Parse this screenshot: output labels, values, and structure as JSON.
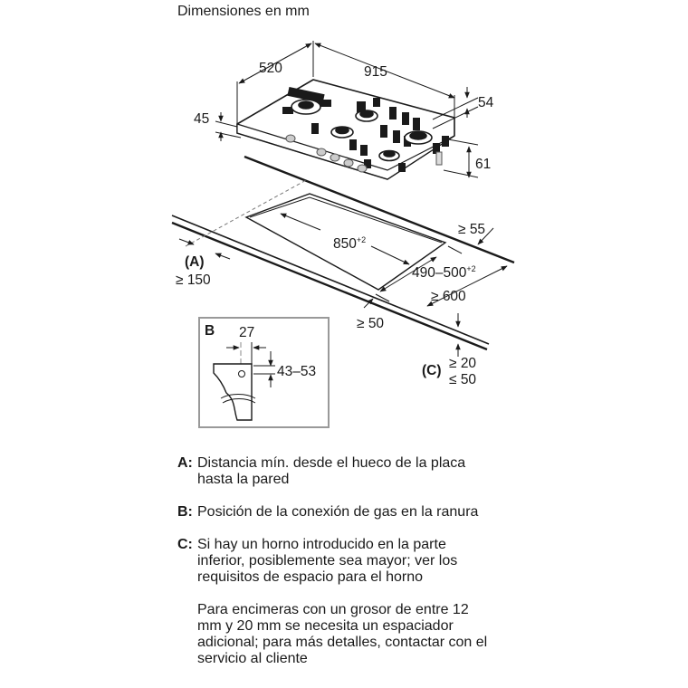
{
  "title": "Dimensiones en mm",
  "dimensions": {
    "hob_depth": "520",
    "hob_width": "915",
    "height_above": "45",
    "height_right_top": "54",
    "height_right_bottom": "61",
    "cutout_width": "850",
    "cutout_width_tol": "+2",
    "cutout_depth": "490–500",
    "cutout_depth_tol": "+2",
    "back_clearance": "≥ 55",
    "worktop_depth": "≥ 600",
    "front_clearance": "≥ 50",
    "side_label": "(A)",
    "side_clearance": "≥ 150",
    "c_label": "(C)",
    "c_min": "≥ 20",
    "c_max": "≤ 50"
  },
  "detail_b": {
    "label": "B",
    "width": "27",
    "height_range": "43–53"
  },
  "legend": [
    {
      "key": "A:",
      "text": "Distancia mín. desde el hueco de la placa hasta la pared"
    },
    {
      "key": "B:",
      "text": "Posición de la conexión de gas en la ranura"
    },
    {
      "key": "C:",
      "text": "Si hay un horno introducido en la parte inferior, posiblemente sea mayor; ver los requisitos de espacio para el horno"
    }
  ],
  "note": "Para encimeras con un grosor de entre 12 mm y 20 mm se necesita un espaciador adicional; para más detalles, contactar con el servicio al cliente",
  "colors": {
    "line": "#1a1a1a",
    "frame": "#999999",
    "dim": "#555555"
  }
}
